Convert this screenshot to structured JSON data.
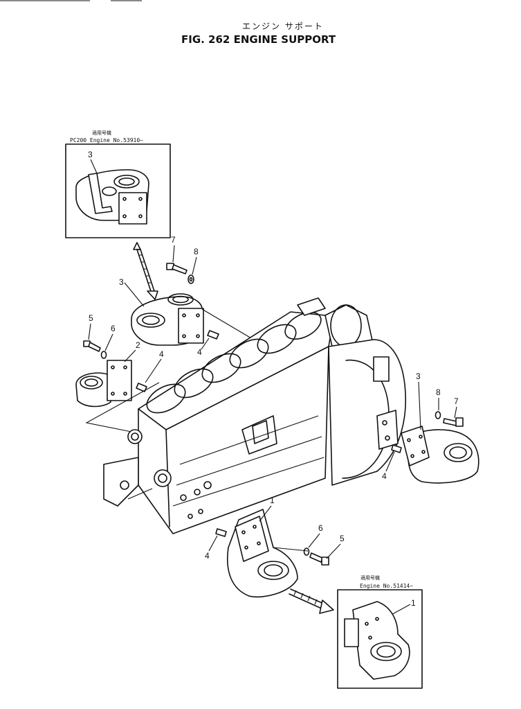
{
  "title": {
    "jp": "エンジン サポート",
    "en": "FIG. 262  ENGINE  SUPPORT"
  },
  "inset_top": {
    "header_jp": "適用号機",
    "header": "PC200  Engine  No.53910~",
    "callout": "3"
  },
  "inset_bottom": {
    "header_jp": "適用号機",
    "header": "Engine  No.51414~",
    "callout": "1"
  },
  "callouts": {
    "left_bracket": "3",
    "left_bolt": "7",
    "left_washer": "8",
    "left_small_bolt": "5",
    "left_small_washer": "6",
    "left_plate": "2",
    "left_pin_a": "4",
    "left_pin_b": "4",
    "right_bracket": "3",
    "right_washer": "8",
    "right_bolt": "7",
    "right_pin": "4",
    "front_bracket": "1",
    "front_washer": "6",
    "front_bolt": "5",
    "front_pin": "4"
  }
}
